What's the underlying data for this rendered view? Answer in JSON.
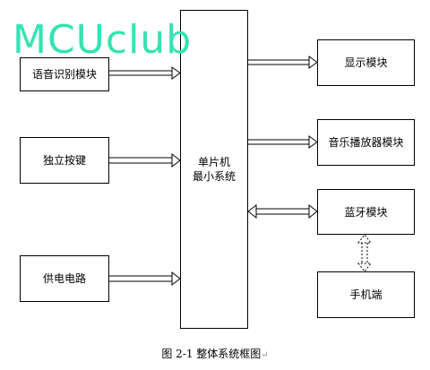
{
  "blocks": {
    "voice": "语音识别模块",
    "button": "独立按键",
    "power": "供电电路",
    "mcu_line1": "单片机",
    "mcu_line2": "最小系统",
    "display": "显示模块",
    "music": "音乐播放器模块",
    "bluetooth": "蓝牙模块",
    "phone": "手机端"
  },
  "caption": "图 2-1 整体系统框图",
  "caption_mark": "↵",
  "watermark": "MCUclub",
  "colors": {
    "watermark": "#34e3b3",
    "line": "#000000",
    "background": "#ffffff"
  }
}
